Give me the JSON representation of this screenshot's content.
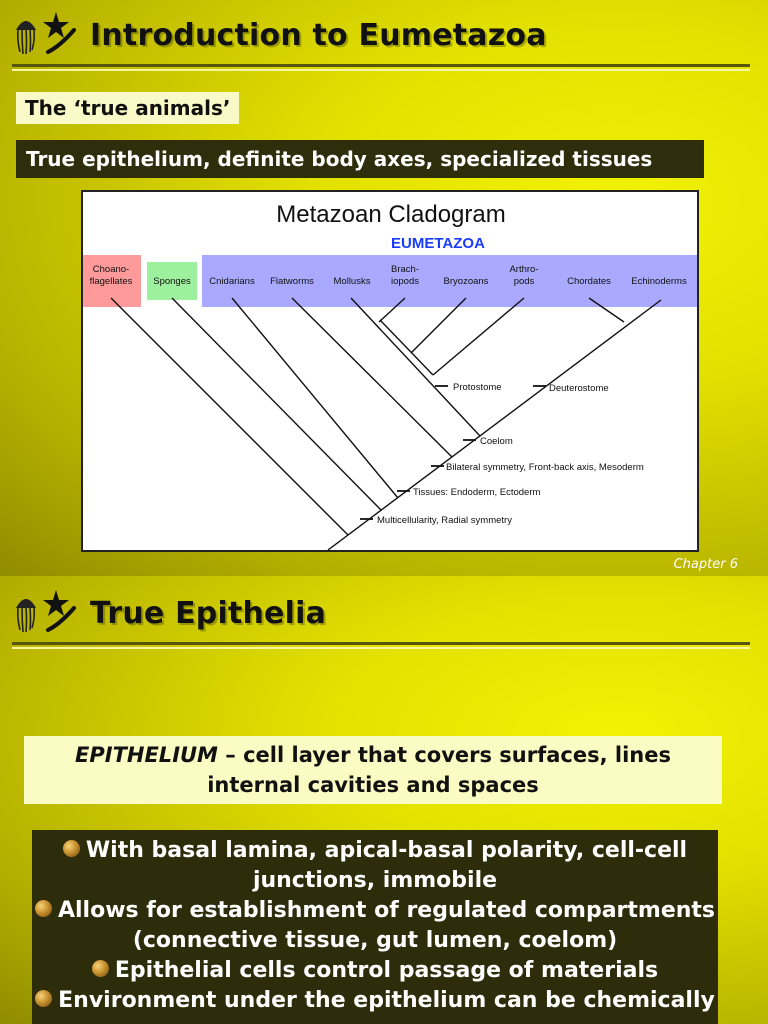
{
  "slide1": {
    "title": "Introduction to Eumetazoa",
    "subtitle": "The ‘true animals’",
    "highlight": "True epithelium, definite body axes, specialized tissues",
    "footer": "Chapter 6",
    "cladogram": {
      "title": "Metazoan Cladogram",
      "group_label": "EUMETAZOA",
      "taxa": {
        "choanoflagellates": [
          "Choano-",
          "flagellates"
        ],
        "sponges": "Sponges",
        "cnidarians": "Cnidarians",
        "flatworms": "Flatworms",
        "mollusks": "Mollusks",
        "brachiopods": [
          "Brach-",
          "iopods"
        ],
        "bryozoans": "Bryozoans",
        "arthropods": [
          "Arthro-",
          "pods"
        ],
        "chordates": "Chordates",
        "echinoderms": "Echinoderms"
      },
      "nodes": {
        "protostome": "Protostome",
        "deuterostome": "Deuterostome",
        "coelom": "Coelom",
        "bilateral": "Bilateral symmetry, Front-back axis, Mesoderm",
        "tissues": "Tissues: Endoderm, Ectoderm",
        "multicellularity": "Multicellularity, Radial symmetry"
      }
    }
  },
  "slide2": {
    "title": "True Epithelia",
    "definition_term": "EPITHELIUM",
    "definition_dash": " – ",
    "definition_line1": "cell layer that covers surfaces, lines",
    "definition_line2": "internal cavities and spaces",
    "bullets": [
      [
        "With basal lamina, apical-basal polarity, cell-cell",
        "junctions, immobile"
      ],
      [
        "Allows for establishment of regulated compartments",
        "(connective tissue, gut lumen, coelom)"
      ],
      [
        "Epithelial cells control passage of materials"
      ],
      [
        "Environment under the epithelium can be chemically"
      ]
    ]
  },
  "colors": {
    "background_yellow": "#e2e000",
    "dark_box": "#2e2e0c",
    "light_box": "#fbfbc4",
    "eumetazoa_band": "#a9a9ff",
    "choano_band": "#ff9a9a",
    "sponge_band": "#9df09d",
    "eumetazoa_label": "#1a3cff"
  },
  "icons": [
    "jellyfish-icon",
    "starfish-icon",
    "worm-icon"
  ]
}
